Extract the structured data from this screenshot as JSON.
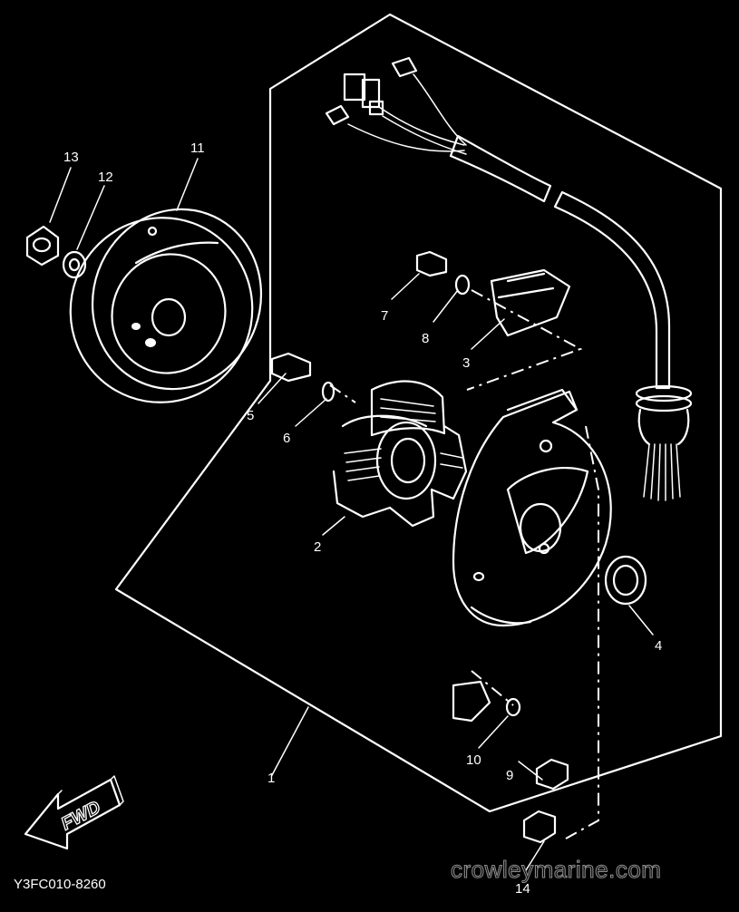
{
  "diagram": {
    "code": "Y3FC010-8260",
    "watermark": "crowleymarine.com",
    "direction_label": "FWD",
    "callouts": [
      "1",
      "2",
      "3",
      "4",
      "5",
      "6",
      "7",
      "8",
      "9",
      "10",
      "11",
      "12",
      "13",
      "14"
    ]
  },
  "colors": {
    "background": "#000000",
    "line": "#ffffff",
    "watermark": "#8a8a8a"
  }
}
